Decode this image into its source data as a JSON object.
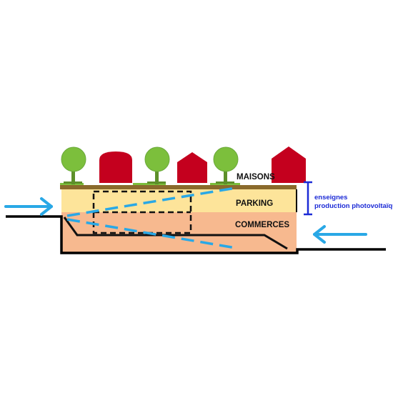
{
  "labels": {
    "maisons": "MAISONS",
    "parking": "PARKING",
    "commerces": "COMMERCES",
    "enseignes": "enseignes",
    "photovoltaique": "production photovoltaïque"
  },
  "colors": {
    "parking_fill": "#fde49a",
    "commerces_fill": "#f7b98f",
    "house_fill": "#c4001e",
    "tree_foliage": "#7cbf3c",
    "tree_trunk": "#5d8f2a",
    "roof_slab": "#8a6a2c",
    "flow_arrow": "#29a8e6",
    "ground_line": "#000000",
    "bracket": "#1c2bd6"
  },
  "icons": [
    "tree-icon",
    "house-icon",
    "arrow-right-icon",
    "arrow-left-icon"
  ]
}
